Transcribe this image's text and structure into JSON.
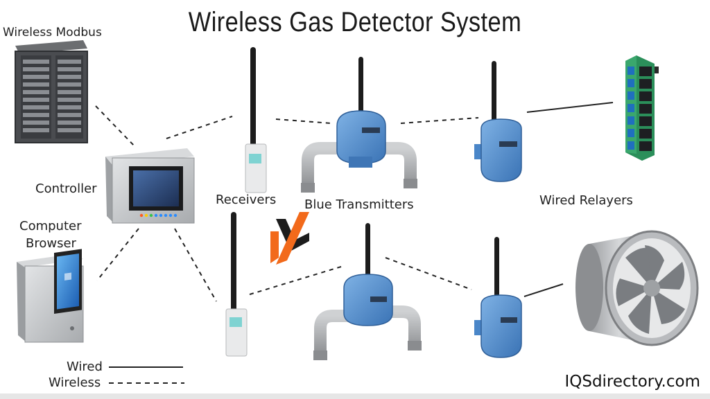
{
  "title": "Wireless Gas Detector System",
  "labels": {
    "wireless_modbus": "Wireless Modbus",
    "controller": "Controller",
    "computer_browser_line1": "Computer",
    "computer_browser_line2": "Browser",
    "receivers": "Receivers",
    "blue_transmitters": "Blue Transmitters",
    "wired_relayers": "Wired Relayers"
  },
  "legend": {
    "wired": "Wired",
    "wireless": "Wireless"
  },
  "brand": "IQSdirectory.com",
  "colors": {
    "transmitter_blue": "#4a86c8",
    "logo_orange": "#f26a1b",
    "relay_board_green": "#3aa76d",
    "pipe_gray": "#a7a9ac",
    "panel_gray": "#c9cbcd"
  },
  "icons": [
    "server-rack-icon",
    "controller-panel-icon",
    "computer-kiosk-icon",
    "receiver-icon",
    "blue-transmitter-icon",
    "relay-board-icon",
    "axial-fan-icon",
    "brand-logo-icon"
  ]
}
